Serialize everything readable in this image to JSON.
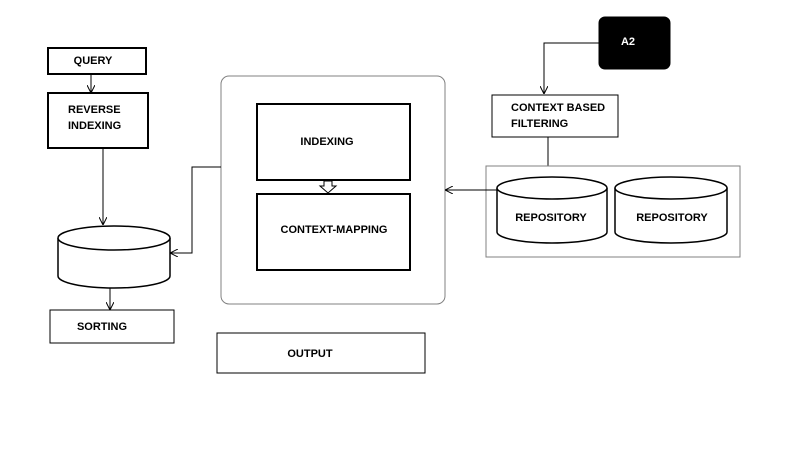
{
  "nodes": {
    "query": "QUERY",
    "reverse_indexing_line1": "REVERSE",
    "reverse_indexing_line2": "INDEXING",
    "sorting": "SORTING",
    "indexing": "INDEXING",
    "context_mapping": "CONTEXT-MAPPING",
    "output": "OUTPUT",
    "a2": "A2",
    "context_filtering_line1": "CONTEXT BASED",
    "context_filtering_line2": "FILTERING",
    "repository_1": "REPOSITORY",
    "repository_2": "REPOSITORY"
  },
  "colors": {
    "stroke": "#000000",
    "a2_fill": "#000000",
    "a2_text": "#ffffff",
    "container_stroke": "#808080"
  }
}
